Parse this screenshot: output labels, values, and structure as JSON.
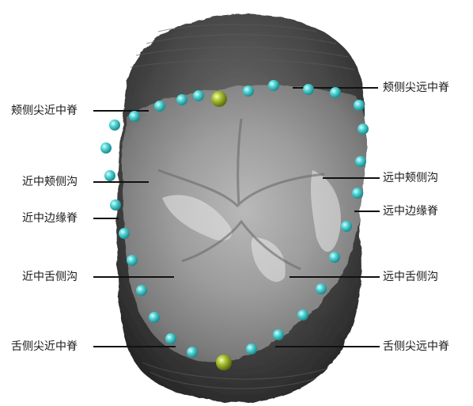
{
  "labels": {
    "buccal_cusp_mesial_ridge": "颊侧尖近中脊",
    "buccal_cusp_distal_ridge": "颊侧尖远中脊",
    "mesial_buccal_groove": "近中颊侧沟",
    "distal_buccal_groove": "远中颊侧沟",
    "mesial_marginal_ridge": "近中边缘脊",
    "distal_marginal_ridge": "远中边缘脊",
    "mesial_lingual_groove": "近中舌侧沟",
    "distal_lingual_groove": "远中舌侧沟",
    "lingual_cusp_mesial_ridge": "舌侧尖近中脊",
    "lingual_cusp_distal_ridge": "舌侧尖远中脊"
  },
  "colors": {
    "landmark_point": "#3fc6c8",
    "cusp_tip_point": "#9bb02a",
    "leader_line": "#111111",
    "tooth_surface": "#9a9a9a",
    "tooth_shadow": "#3f3f3f"
  },
  "markers": {
    "landmark_icon": "cyan-sphere-icon",
    "cusp_tip_icon": "green-sphere-icon"
  }
}
